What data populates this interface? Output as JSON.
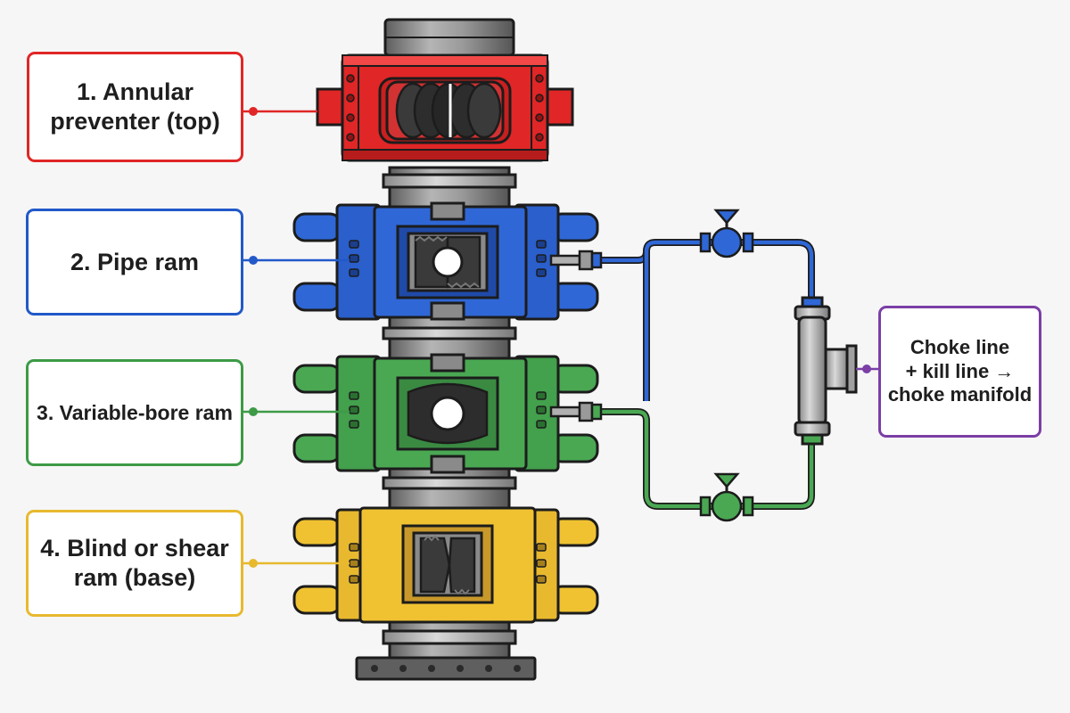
{
  "diagram": {
    "components": [
      {
        "id": "annular",
        "label": "1. Annular\npreventer (top)",
        "color": "#e02626",
        "icon": "annular-preventer"
      },
      {
        "id": "pipe",
        "label": "2. Pipe ram",
        "color": "#2259c9",
        "icon": "pipe-ram"
      },
      {
        "id": "vbr",
        "label": "3. Variable-bore ram",
        "color": "#3d9a47",
        "icon": "variable-bore-ram"
      },
      {
        "id": "blind",
        "label": "4. Blind or shear\nram (base)",
        "color": "#e8b92e",
        "icon": "blind-shear-ram"
      }
    ],
    "choke": {
      "label": "Choke line\n+ kill line →\nchoke manifold",
      "color": "#7b3fa6",
      "icon": "choke-tee"
    },
    "colors": {
      "spool": "#8f8f8f",
      "outline": "#1c1c1c",
      "valve_blue": "#2259c9",
      "valve_green": "#3d9a47"
    }
  }
}
